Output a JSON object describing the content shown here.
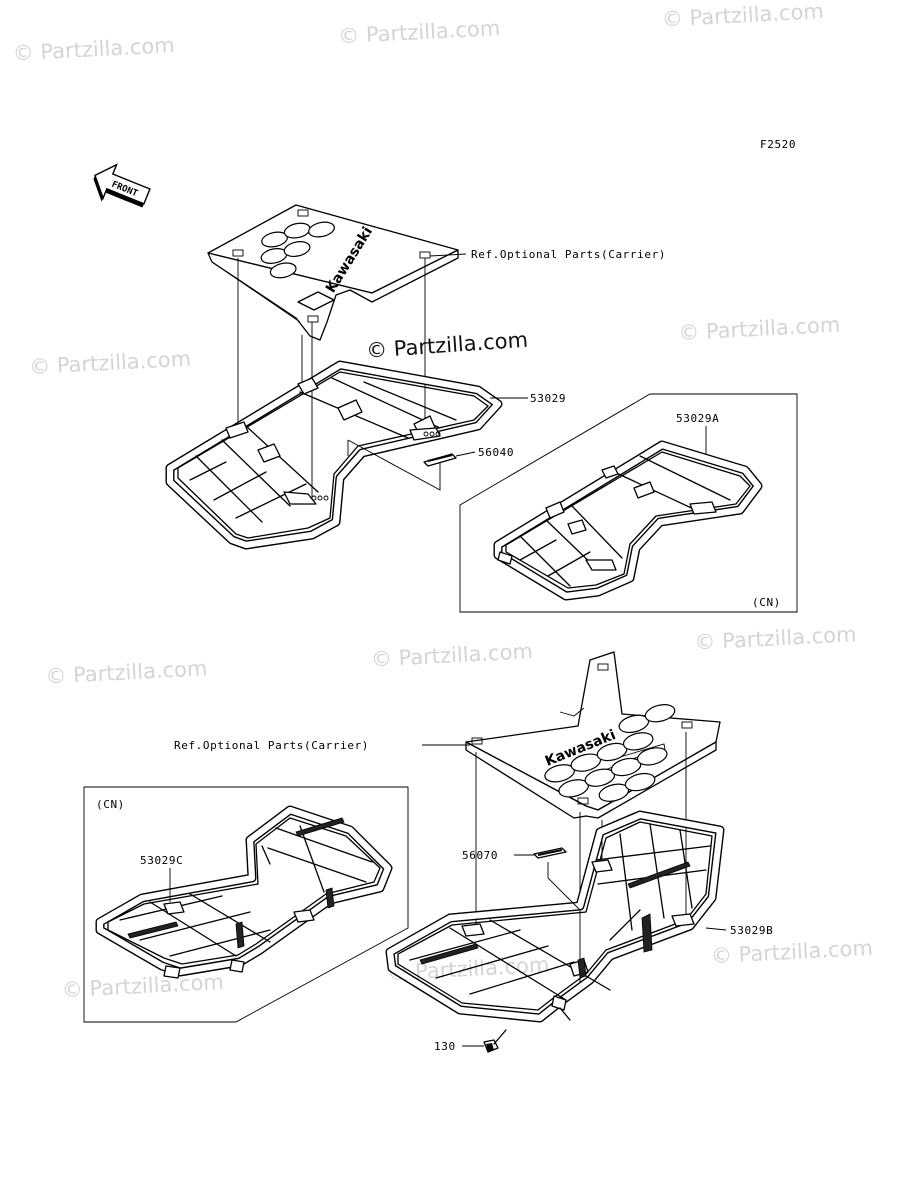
{
  "diagram": {
    "figure_code": "F2520",
    "front_label": "FRONT",
    "watermark_center": "© Partzilla.com",
    "watermark_repeat": "© Partzilla.com",
    "brand_text": "Kawasaki",
    "callouts": {
      "ref_top": "Ref.Optional Parts(Carrier)",
      "ref_bottom": "Ref.Optional Parts(Carrier)",
      "p53029": "53029",
      "p56040": "56040",
      "p53029A": "53029A",
      "cn_right": "(CN)",
      "cn_left": "(CN)",
      "p53029C": "53029C",
      "p56070": "56070",
      "p53029B": "53029B",
      "p130": "130"
    }
  }
}
